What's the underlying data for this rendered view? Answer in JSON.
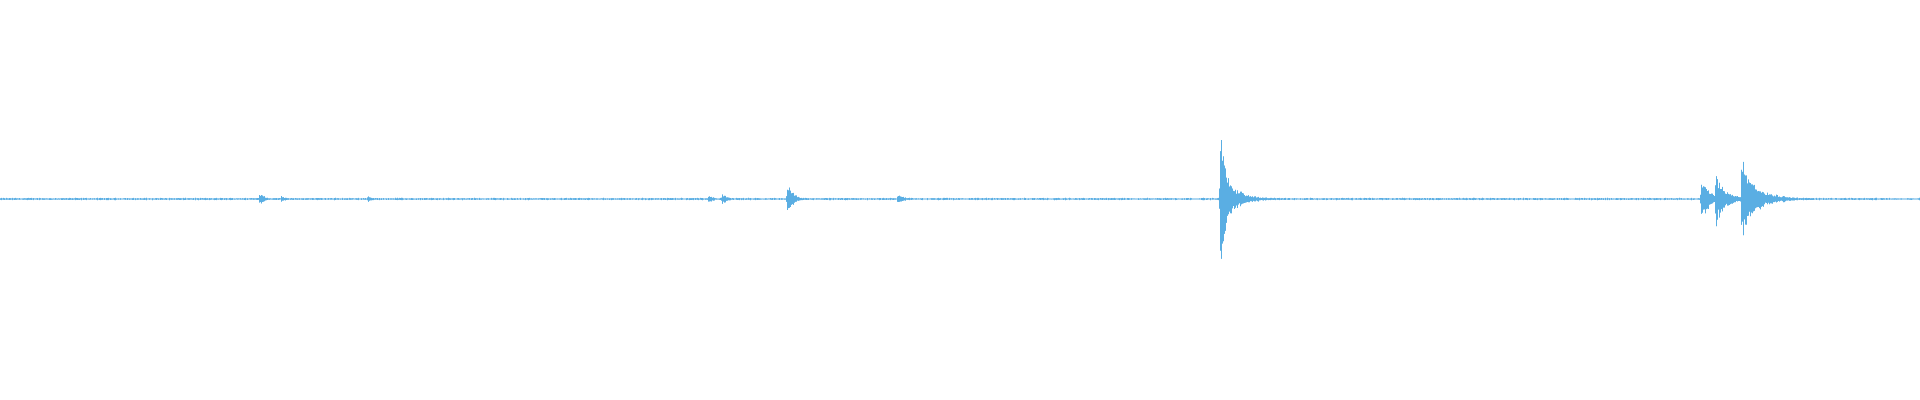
{
  "waveform": {
    "color": "#5aaee3",
    "background": "#ffffff",
    "baseline_noise": 0.015,
    "events": [
      {
        "t": 0.135,
        "amp": 0.1,
        "decay": 0.0025
      },
      {
        "t": 0.1465,
        "amp": 0.05,
        "decay": 0.002
      },
      {
        "t": 0.1915,
        "amp": 0.05,
        "decay": 0.002
      },
      {
        "t": 0.369,
        "amp": 0.06,
        "decay": 0.0025
      },
      {
        "t": 0.376,
        "amp": 0.07,
        "decay": 0.003
      },
      {
        "t": 0.41,
        "amp": 0.2,
        "decay": 0.003
      },
      {
        "t": 0.4675,
        "amp": 0.08,
        "decay": 0.003
      },
      {
        "t": 0.6355,
        "amp": 1.0,
        "decay": 0.003
      },
      {
        "t": 0.637,
        "amp": 0.3,
        "decay": 0.008
      },
      {
        "t": 0.886,
        "amp": 0.3,
        "decay": 0.004
      },
      {
        "t": 0.8935,
        "amp": 0.35,
        "decay": 0.005
      },
      {
        "t": 0.907,
        "amp": 0.55,
        "decay": 0.006
      },
      {
        "t": 0.91,
        "amp": 0.25,
        "decay": 0.01
      }
    ]
  }
}
